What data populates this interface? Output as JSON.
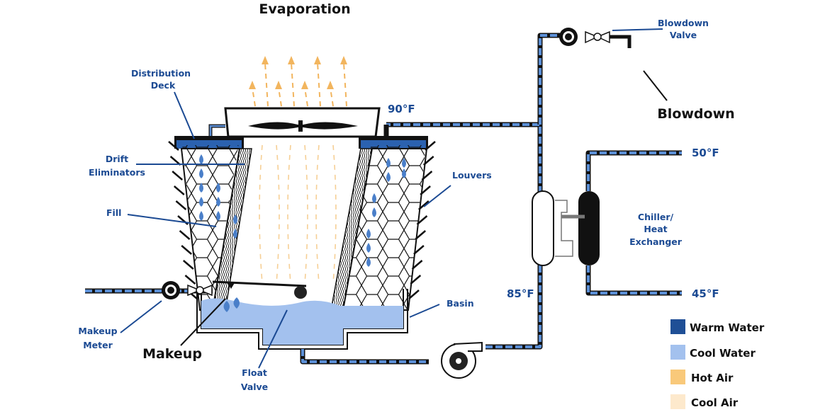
{
  "title": "Evaporation",
  "labels": {
    "distribution_deck": [
      "Distribution",
      "Deck"
    ],
    "drift_eliminators": [
      "Drift",
      "Eliminators"
    ],
    "fill": "Fill",
    "louvers": "Louvers",
    "basin": "Basin",
    "makeup_meter": [
      "Makeup",
      "Meter"
    ],
    "makeup": "Makeup",
    "float_valve": [
      "Float",
      "Valve"
    ],
    "blowdown_valve": [
      "Blowdown",
      "Valve"
    ],
    "blowdown": "Blowdown",
    "chiller": [
      "Chiller/",
      "Heat",
      "Exchanger"
    ]
  },
  "temperatures": {
    "hot_supply": "90°F",
    "return": "85°F",
    "chilled_return": "50°F",
    "chilled_supply": "45°F"
  },
  "legend": [
    {
      "label": "Warm Water",
      "color": "#1f4f96"
    },
    {
      "label": "Cool Water",
      "color": "#a3c1ee"
    },
    {
      "label": "Hot Air",
      "color": "#f9c97a"
    },
    {
      "label": "Cool Air",
      "color": "#fde9cc"
    }
  ]
}
